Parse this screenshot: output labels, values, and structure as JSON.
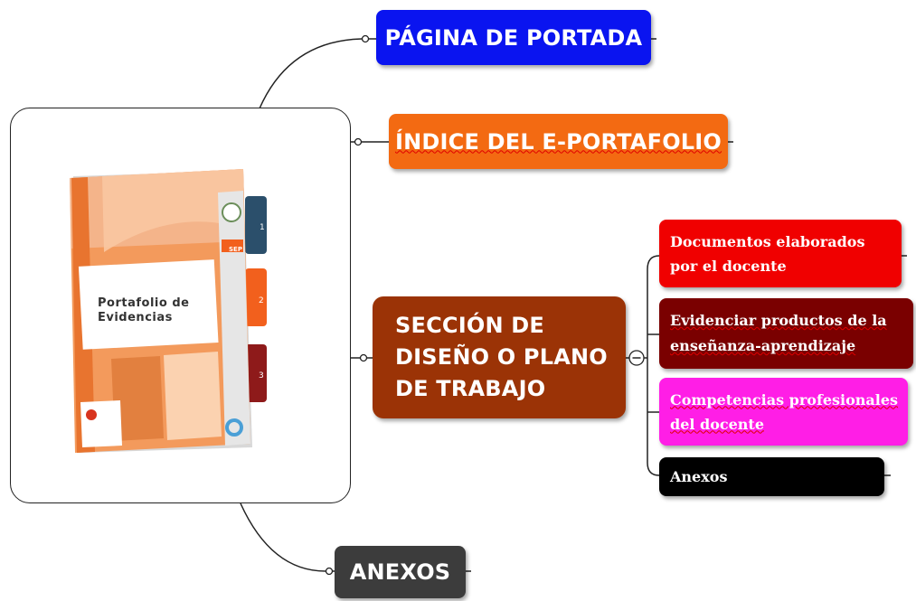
{
  "center": {
    "cover_title": "Portafolio de Evidencias",
    "tabs": [
      "1",
      "2",
      "3"
    ],
    "emblem_text": "SEP"
  },
  "nodes": {
    "portada": "PÁGINA DE PORTADA",
    "indice": "ÍNDICE DEL E-PORTAFOLIO",
    "seccion": "SECCIÓN DE DISEÑO O PLANO DE TRABAJO",
    "anexos": "ANEXOS"
  },
  "subnodes": {
    "documentos": "Documentos elaborados por el docente",
    "evidenciar": "Evidenciar productos de la enseñanza-aprendizaje",
    "competencias": "Competencias profesionales del docente",
    "anexos": "Anexos"
  },
  "colors": {
    "portada": "#0a14f0",
    "indice": "#f36a12",
    "seccion": "#9b3306",
    "anexos": "#3c3c3c",
    "documentos": "#f00000",
    "evidenciar": "#7a0000",
    "competencias": "#ff1ee6",
    "sub_anexos": "#000000"
  }
}
